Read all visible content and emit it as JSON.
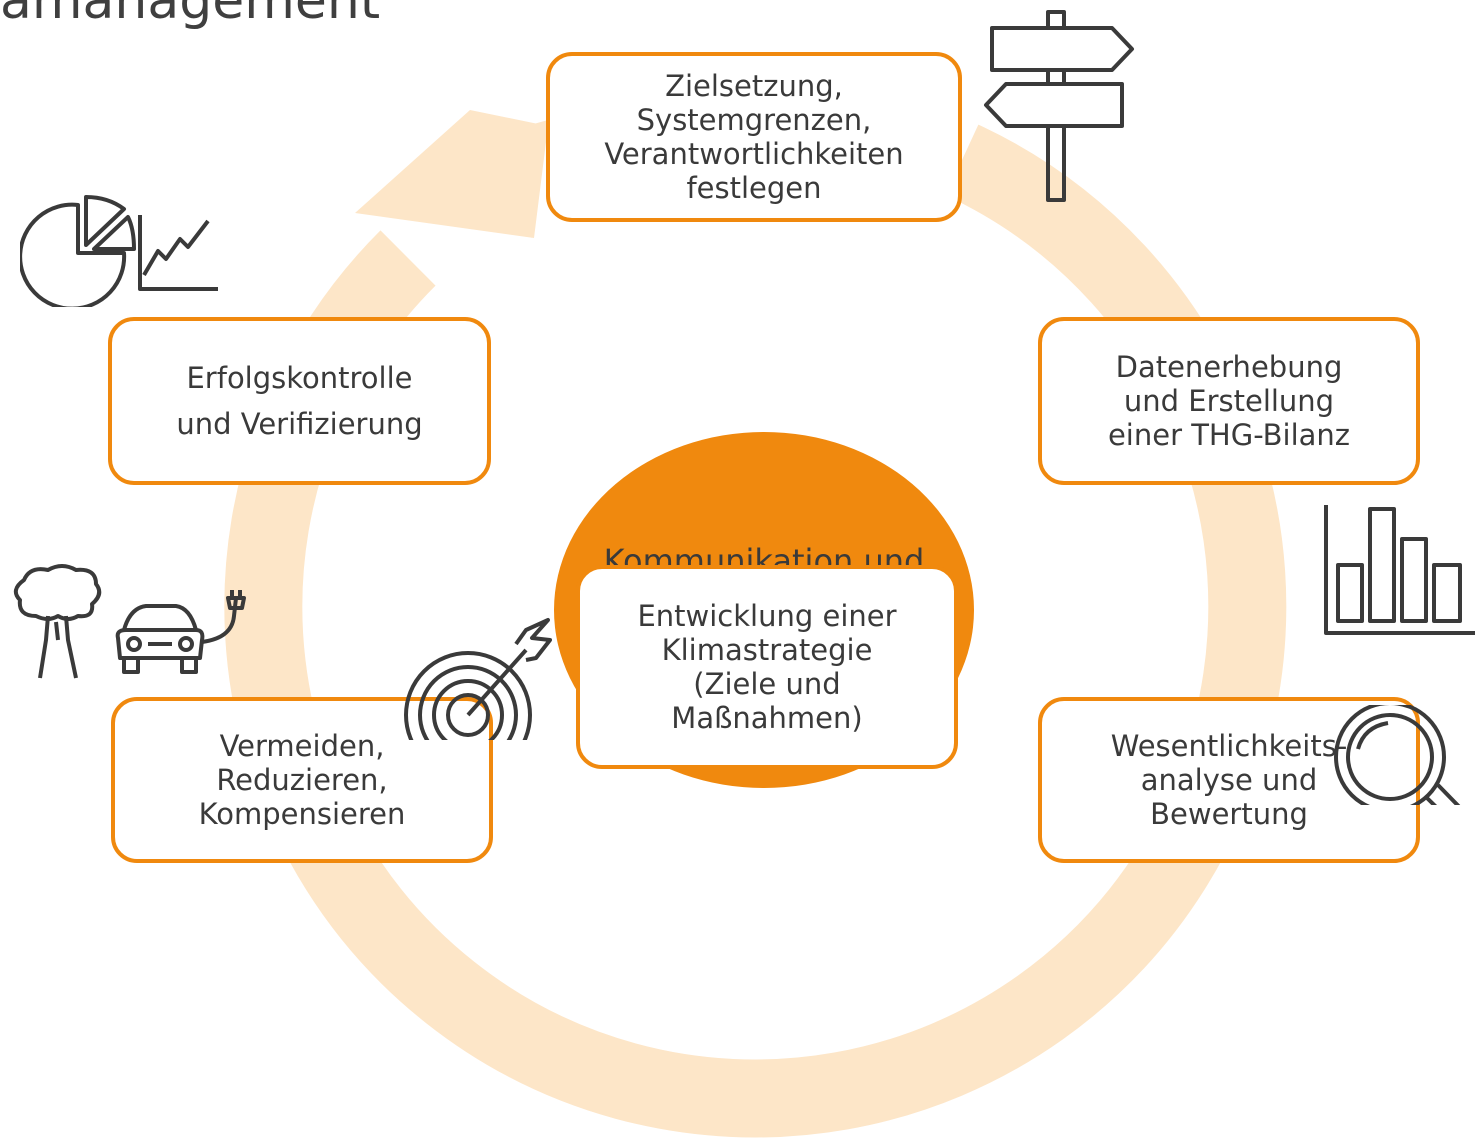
{
  "title": "amanagement",
  "center": {
    "label": "Kommunikation und\nBerichterstattung",
    "icon": "megaphone-icon"
  },
  "steps": [
    {
      "label": "Zielsetzung,\nSystemgrenzen,\nVerantwortlichkeiten\nfestlegen",
      "icon": "signpost-icon"
    },
    {
      "label": "Datenerhebung\nund Erstellung\neiner THG-Bilanz",
      "icon": "bar-chart-icon"
    },
    {
      "label": "Wesentlichkeits-\nanalyse und\nBewertung",
      "icon": "magnifier-icon"
    },
    {
      "label": "Entwicklung einer\nKlimastrategie\n(Ziele und\nMaßnahmen)",
      "icon": "target-arrow-icon"
    },
    {
      "label": "Vermeiden,\nReduzieren,\nKompensieren",
      "icon": "tree-ecar-icon"
    },
    {
      "label": "Erfolgskontrolle\nund Verifizierung",
      "icon": "pie-line-chart-icon"
    }
  ],
  "colors": {
    "accent": "#f0890e",
    "cycle": "#fde6c8",
    "text": "#3a3a3a",
    "icon_stroke": "#3a3a3a"
  }
}
